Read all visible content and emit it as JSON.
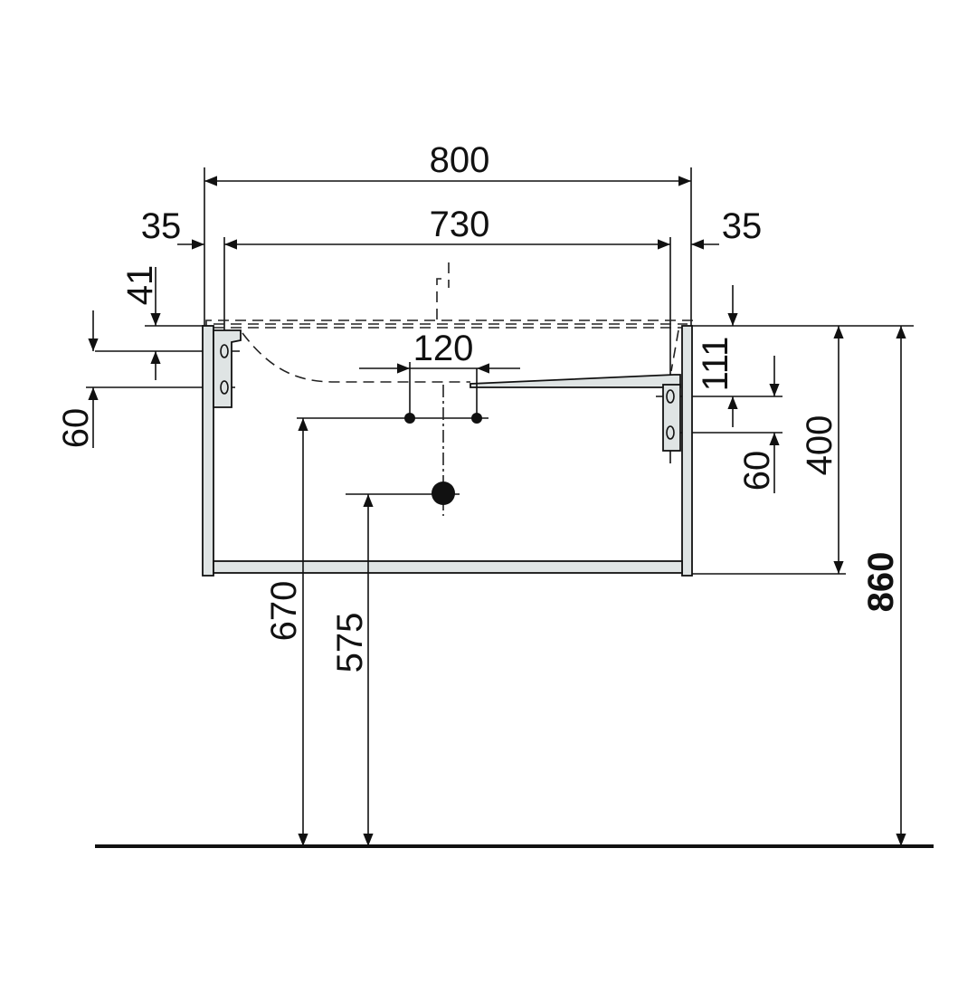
{
  "drawing": {
    "overall_width": "800",
    "inner_width": "730",
    "left_side_offset": "35",
    "right_side_offset": "35",
    "top_to_first_hole": "41",
    "left_hole_spacing": "60",
    "tap_hole_spacing": "120",
    "right_top_to_hole": "111",
    "right_hole_spacing": "60",
    "cabinet_height": "400",
    "total_height": "860",
    "supply_height": "670",
    "drain_height": "575"
  },
  "colors": {
    "panel_fill": "#dfe4e4",
    "line": "#111111"
  }
}
